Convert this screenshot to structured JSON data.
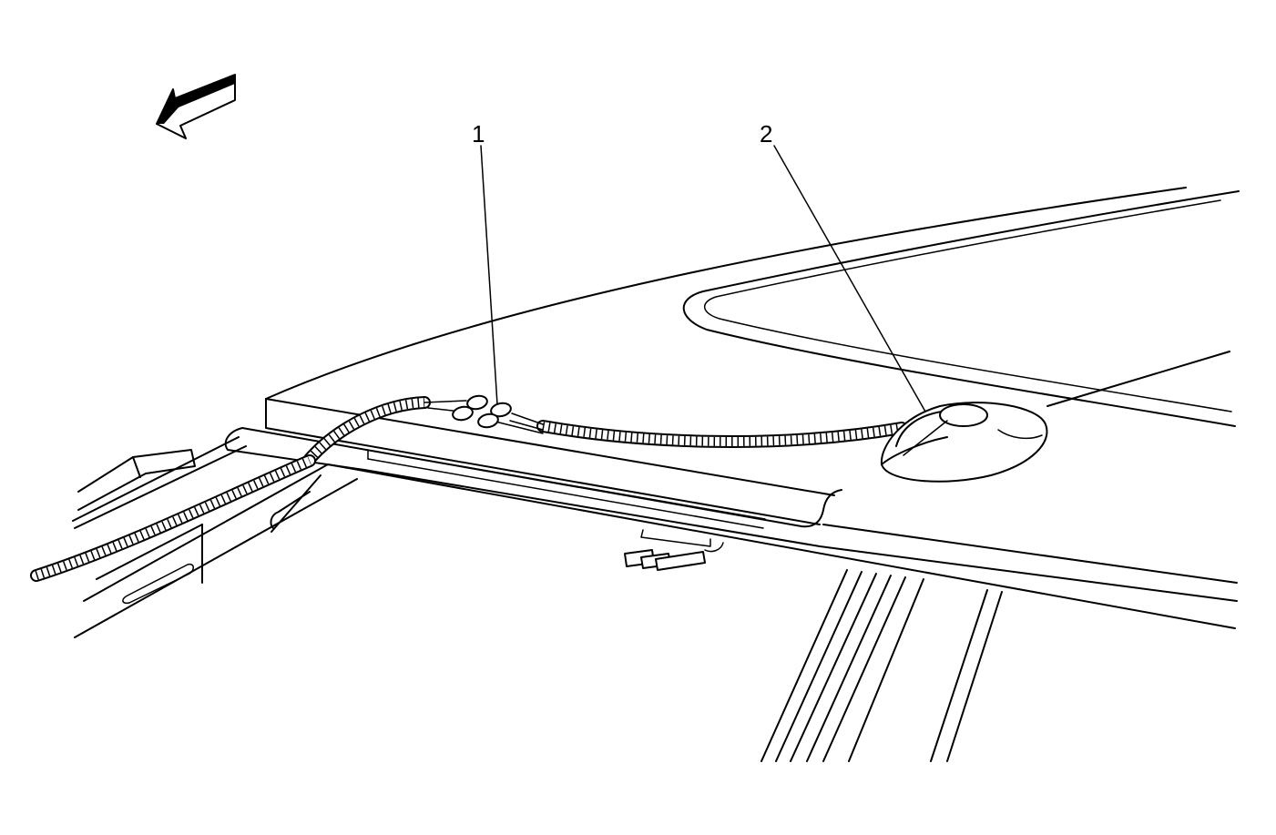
{
  "callouts": [
    {
      "label": "1",
      "name": "callout-1"
    },
    {
      "label": "2",
      "name": "callout-2"
    }
  ],
  "icons": {
    "direction_arrow": "forward-arrow-icon"
  },
  "colors": {
    "line": "#000000",
    "background": "#ffffff"
  }
}
